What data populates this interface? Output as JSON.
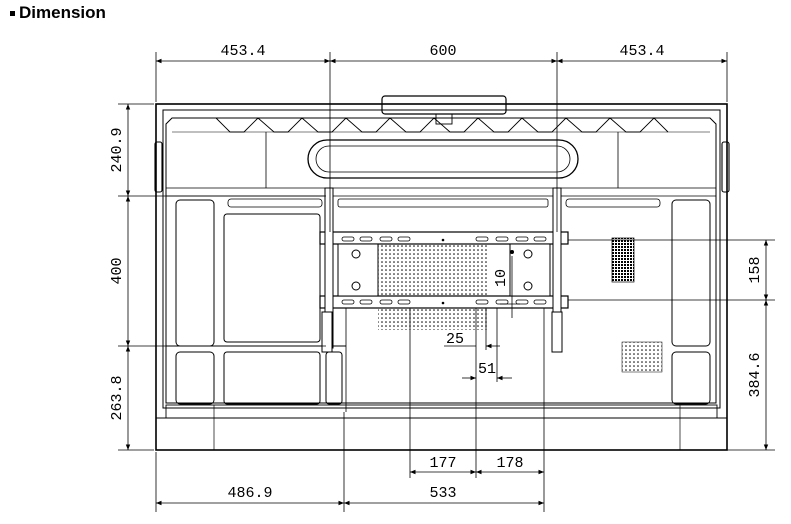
{
  "heading": "Dimension",
  "dimensions": {
    "top_left": "453.4",
    "top_center": "600",
    "top_right": "453.4",
    "left_top": "240.9",
    "left_middle": "400",
    "left_bottom": "263.8",
    "right_upper": "158",
    "right_lower": "384.6",
    "inner_vertical": "10",
    "inner_25": "25",
    "inner_51": "51",
    "bottom_177": "177",
    "bottom_178": "178",
    "bottom_left": "486.9",
    "bottom_right": "533"
  },
  "colors": {
    "line": "#000000",
    "background": "#ffffff"
  }
}
